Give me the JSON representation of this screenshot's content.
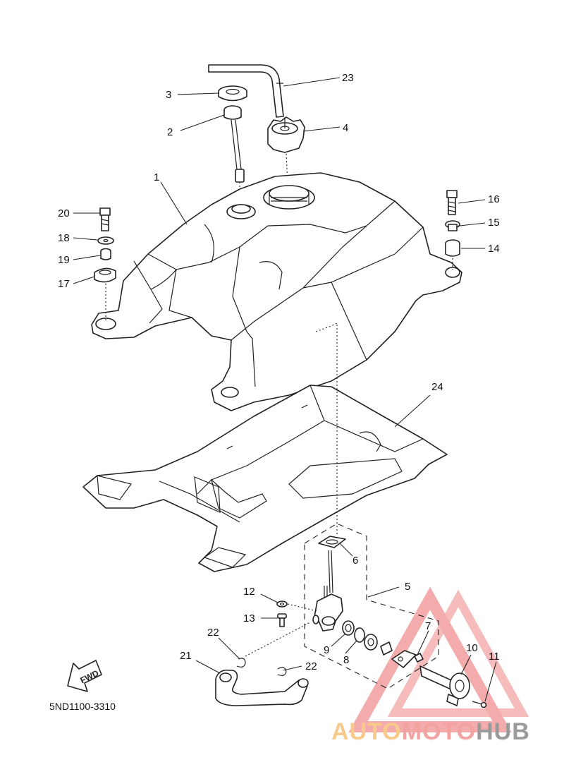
{
  "diagram": {
    "code": "5ND1100-3310",
    "fwd_text": "FWD",
    "callouts": [
      {
        "id": "1",
        "text": "1"
      },
      {
        "id": "2",
        "text": "2"
      },
      {
        "id": "3",
        "text": "3"
      },
      {
        "id": "4",
        "text": "4"
      },
      {
        "id": "5",
        "text": "5"
      },
      {
        "id": "6",
        "text": "6"
      },
      {
        "id": "7",
        "text": "7"
      },
      {
        "id": "8",
        "text": "8"
      },
      {
        "id": "9",
        "text": "9"
      },
      {
        "id": "10",
        "text": "10"
      },
      {
        "id": "11",
        "text": "11"
      },
      {
        "id": "12",
        "text": "12"
      },
      {
        "id": "13",
        "text": "13"
      },
      {
        "id": "14",
        "text": "14"
      },
      {
        "id": "15",
        "text": "15"
      },
      {
        "id": "16",
        "text": "16"
      },
      {
        "id": "17",
        "text": "17"
      },
      {
        "id": "18",
        "text": "18"
      },
      {
        "id": "19",
        "text": "19"
      },
      {
        "id": "20",
        "text": "20"
      },
      {
        "id": "21",
        "text": "21"
      },
      {
        "id": "22a",
        "text": "22"
      },
      {
        "id": "22b",
        "text": "22"
      },
      {
        "id": "23",
        "text": "23"
      },
      {
        "id": "24",
        "text": "24"
      }
    ]
  },
  "watermark": {
    "part1": "AUTO",
    "part2": "MOTO",
    "part3": "HUB",
    "colors": {
      "auto": "#f7c98a",
      "moto": "#f2a3a0",
      "hub": "#9a9a9a",
      "triangle": "#f08f8f"
    }
  }
}
